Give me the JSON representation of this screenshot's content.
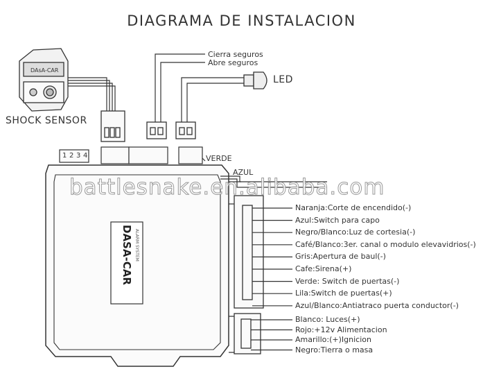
{
  "title": "DIAGRAMA DE INSTALACION",
  "shock_sensor": {
    "label": "SHOCK SENSOR"
  },
  "top_wires": {
    "lock": "Cierra seguros",
    "unlock": "Abre seguros"
  },
  "led": {
    "label": "LED"
  },
  "connector_pins": [
    "1",
    "2",
    "3",
    "4"
  ],
  "verde_label": "VERDE",
  "azul_label": "AZUL",
  "watermark": "battlesnake.en.alibaba.com",
  "main_harness": [
    "Naranja:Corte de encendido(-)",
    "Azul:Switch para capo",
    "Negro/Blanco:Luz de cortesia(-)",
    "Café/Blanco:3er. canal o modulo elevavidrios(-)",
    "Gris:Apertura de baul(-)",
    "Cafe:Sirena(+)",
    "Verde: Switch de puertas(-)",
    "Lila:Switch de puertas(+)",
    "Azul/Blanco:Antiatraco puerta conductor(-)"
  ],
  "power_harness": [
    "Blanco: Luces(+)",
    "Rojo:+12v  Alimentacion",
    "Amarillo:(+)Ignicion",
    "Negro:Tierra o masa"
  ]
}
